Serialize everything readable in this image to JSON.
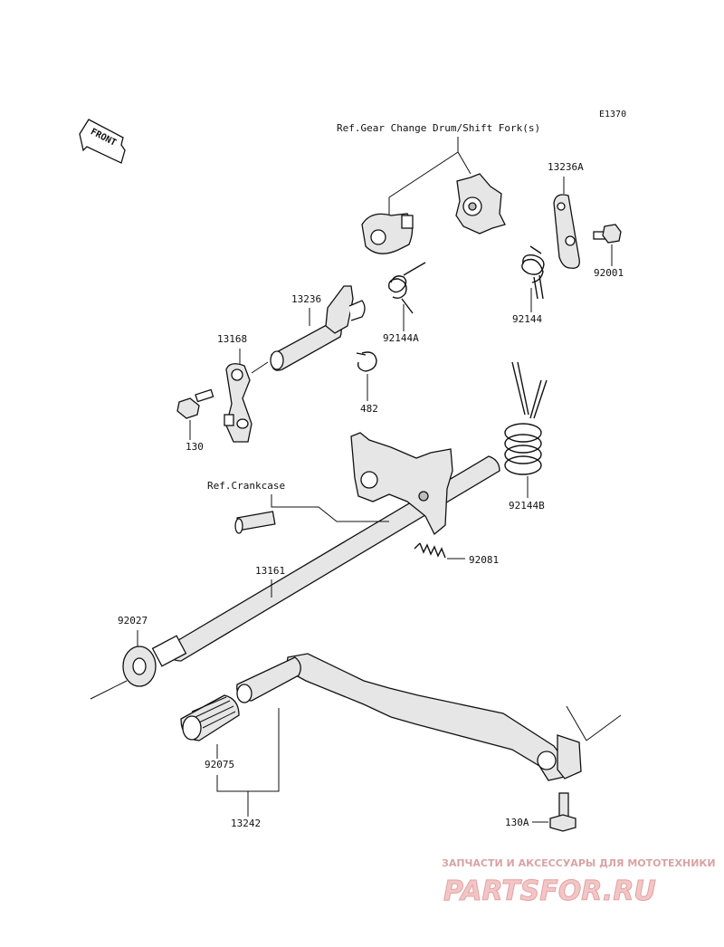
{
  "diagram": {
    "code": "E1370",
    "front_label": "FRONT",
    "refs": {
      "gear_change_drum": "Ref.Gear Change Drum/Shift Fork(s)",
      "crankcase": "Ref.Crankcase"
    },
    "parts": [
      {
        "id": "p-13236A",
        "number": "13236A"
      },
      {
        "id": "p-92001",
        "number": "92001"
      },
      {
        "id": "p-92144",
        "number": "92144"
      },
      {
        "id": "p-92144A",
        "number": "92144A"
      },
      {
        "id": "p-13236",
        "number": "13236"
      },
      {
        "id": "p-13168",
        "number": "13168"
      },
      {
        "id": "p-482",
        "number": "482"
      },
      {
        "id": "p-130",
        "number": "130"
      },
      {
        "id": "p-92144B",
        "number": "92144B"
      },
      {
        "id": "p-92081",
        "number": "92081"
      },
      {
        "id": "p-13161",
        "number": "13161"
      },
      {
        "id": "p-92027",
        "number": "92027"
      },
      {
        "id": "p-92075",
        "number": "92075"
      },
      {
        "id": "p-13242",
        "number": "13242"
      },
      {
        "id": "p-130A",
        "number": "130A"
      }
    ]
  },
  "watermark": {
    "caption": "ЗАПЧАСТИ И АКСЕССУАРЫ ДЛЯ МОТОТЕХНИКИ",
    "logo": "PARTSFOR.RU"
  }
}
